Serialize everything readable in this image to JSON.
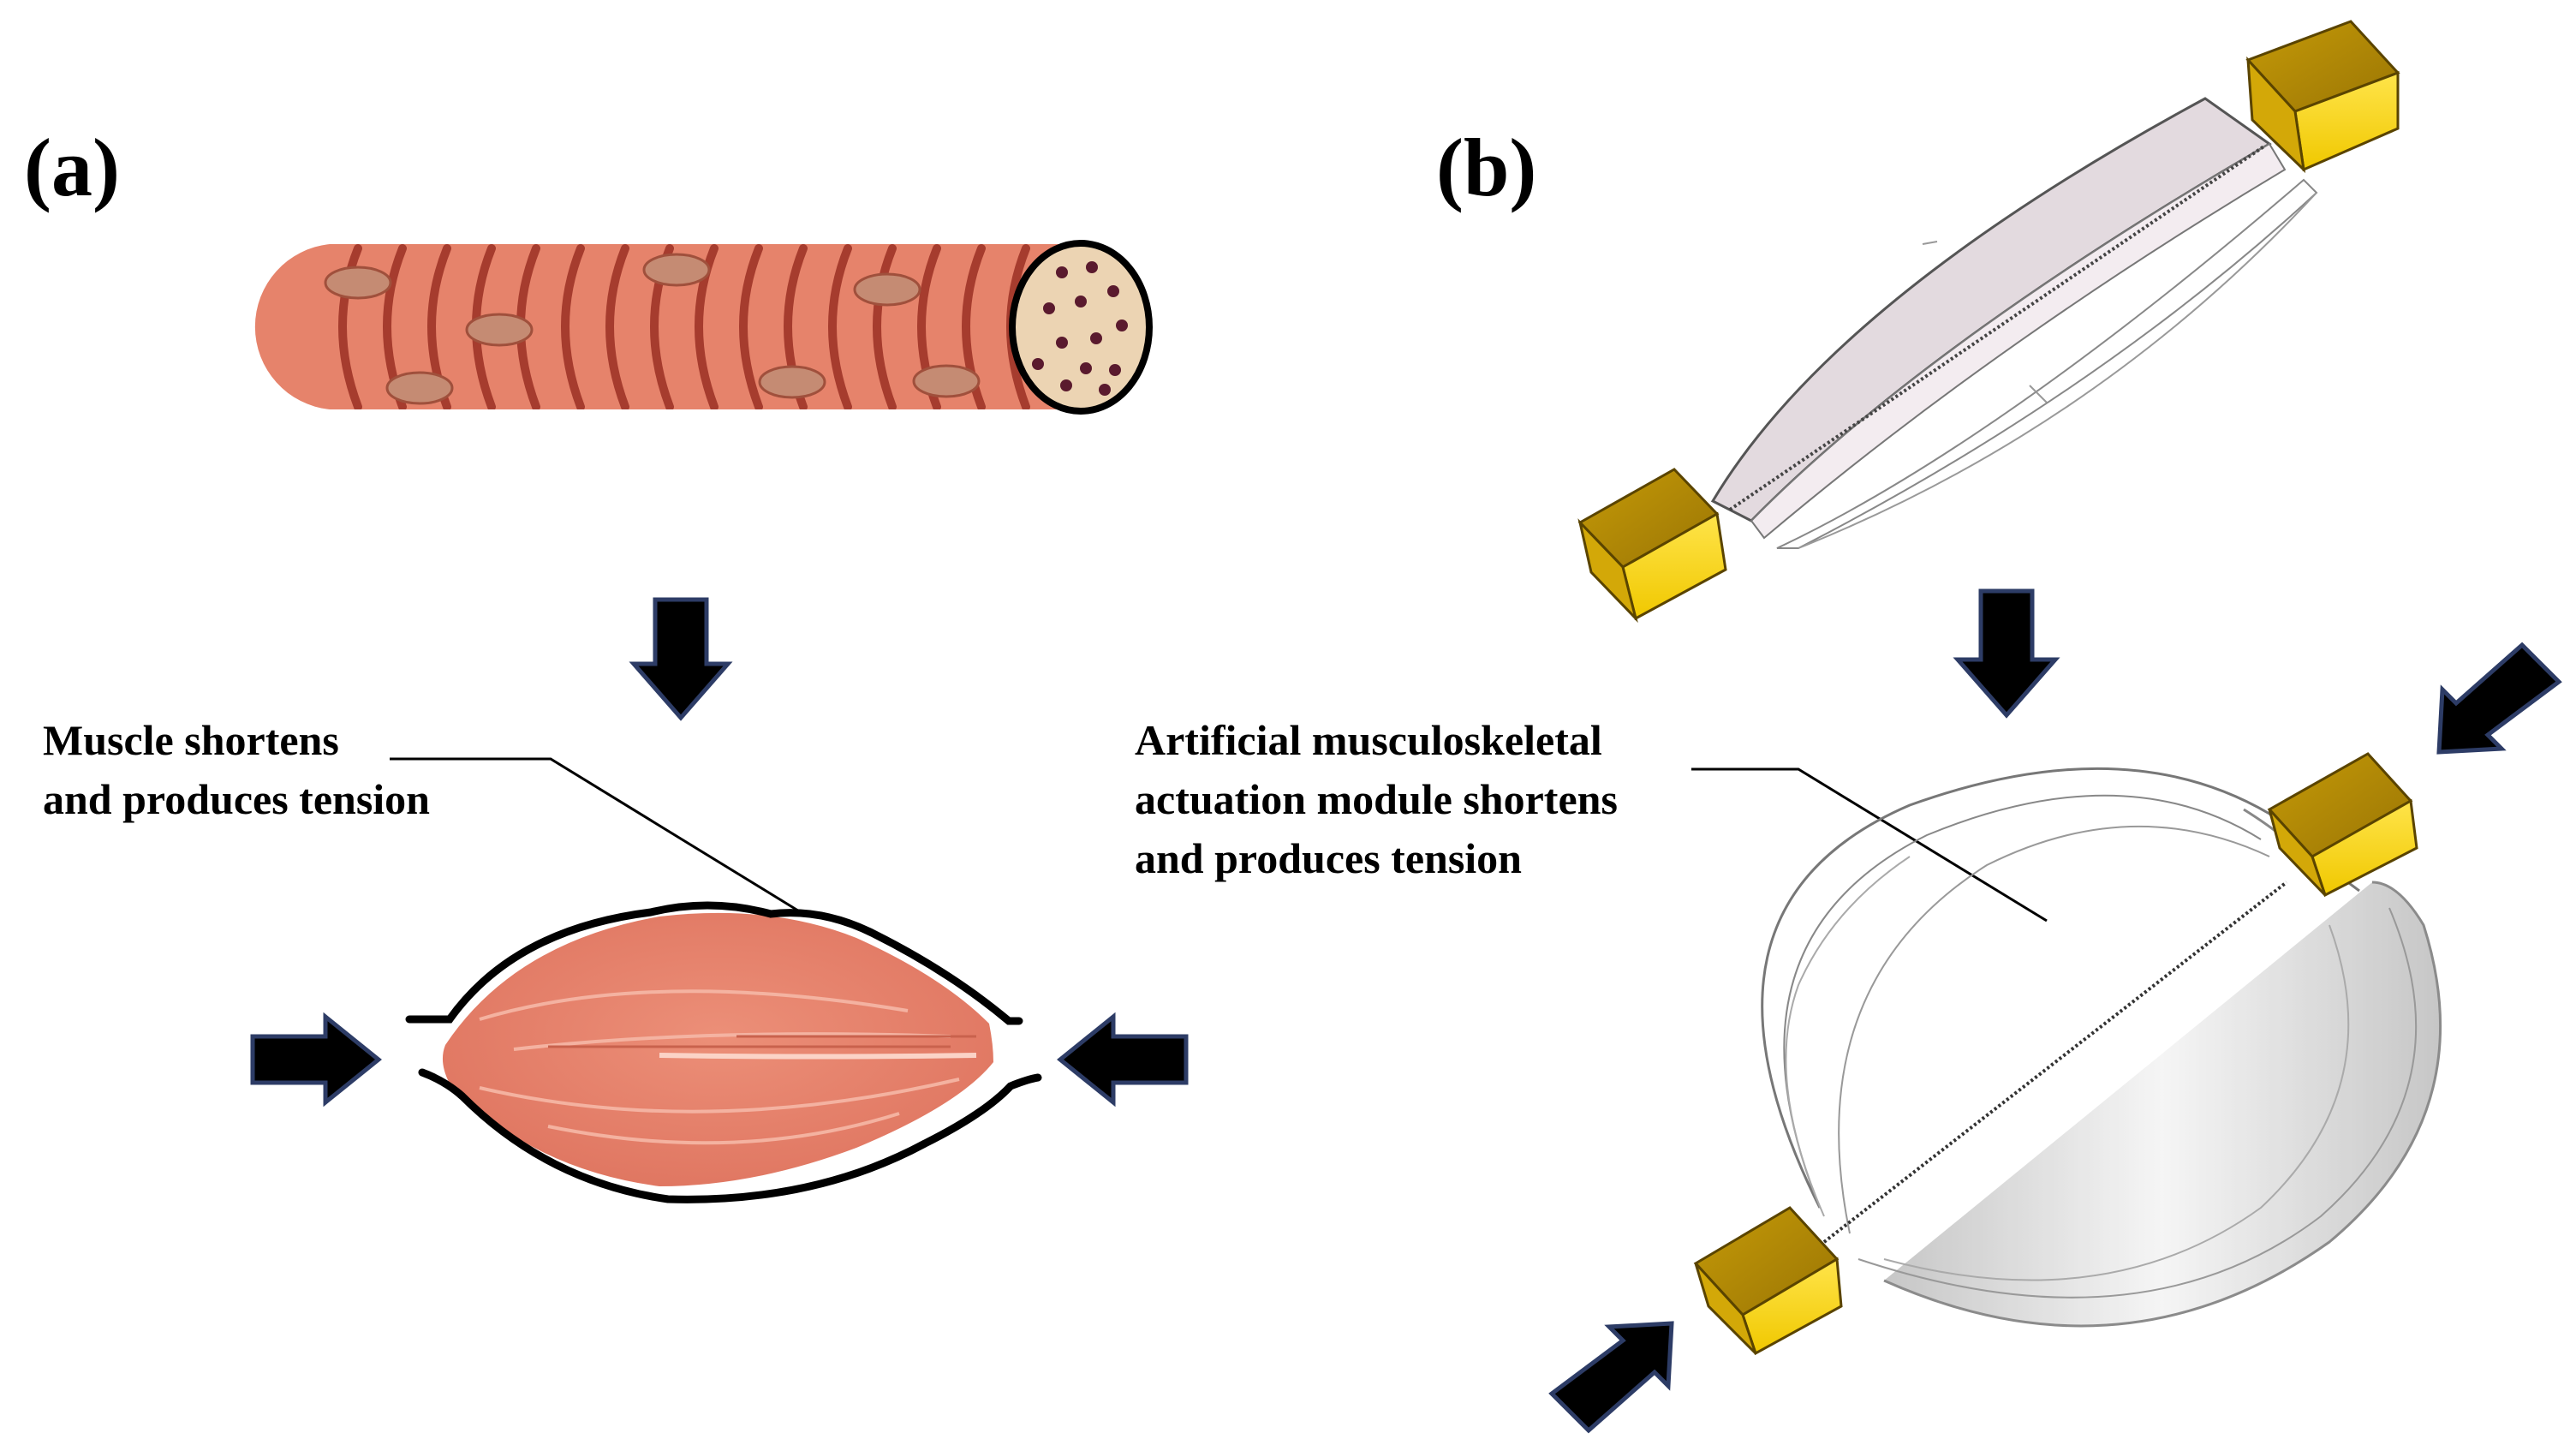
{
  "panels": {
    "a": {
      "label": "(a)",
      "annotation_lines": [
        "Muscle shortens",
        "and produces tension"
      ]
    },
    "b": {
      "label": "(b)",
      "annotation_lines": [
        "Artificial musculoskeletal",
        "actuation module shortens",
        "and produces tension"
      ]
    }
  },
  "colors": {
    "muscle": "#e6836b",
    "muscle_stripe": "#a63c2e",
    "nucleus": "#c58b73",
    "cross_section": "#ecd4b3",
    "cross_dot": "#5a1a2e",
    "arrow_fill": "#000000",
    "arrow_edge": "#2d3c66",
    "endcap_gold": "#e7b80f",
    "band_gray": "#d9d9d9"
  },
  "icons": [
    "down-arrow-icon",
    "right-arrow-icon",
    "left-arrow-icon",
    "diagonal-arrow-icon"
  ]
}
